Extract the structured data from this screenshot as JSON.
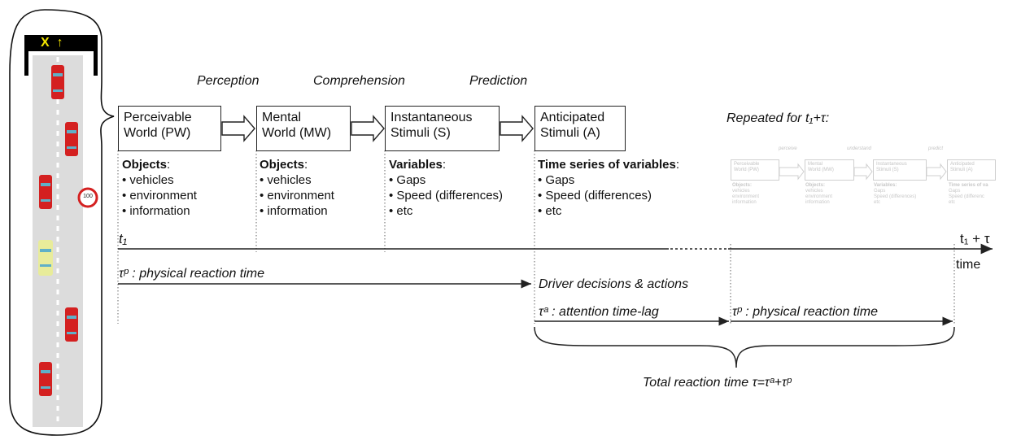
{
  "stages": [
    "Perception",
    "Comprehension",
    "Prediction"
  ],
  "boxes": [
    {
      "line1": "Perceivable",
      "line2": "World (PW)"
    },
    {
      "line1": "Mental",
      "line2": "World (MW)"
    },
    {
      "line1": "Instantaneous",
      "line2": "Stimuli (S)"
    },
    {
      "line1": "Anticipated",
      "line2": "Stimuli (A)"
    }
  ],
  "lists": [
    {
      "heading": "Objects",
      "suffix": ":",
      "items": [
        "vehicles",
        "environment",
        "information"
      ]
    },
    {
      "heading": "Objects",
      "suffix": ":",
      "items": [
        "vehicles",
        "environment",
        "information"
      ]
    },
    {
      "heading": "Variables",
      "suffix": ":",
      "items": [
        "Gaps",
        "Speed (differences)",
        "etc"
      ]
    },
    {
      "heading": "Time series of variables",
      "suffix": ":",
      "items": [
        "Gaps",
        "Speed (differences)",
        "etc"
      ]
    }
  ],
  "repeated": {
    "label": "Repeated for t₁+τ:",
    "stages": [
      "perceive",
      "understand",
      "predict"
    ],
    "boxes": [
      {
        "line1": "Perceivable",
        "line2": "World (PW)"
      },
      {
        "line1": "Mental",
        "line2": "World (MW)"
      },
      {
        "line1": "Instantaneous",
        "line2": "Stimuli (S)"
      },
      {
        "line1": "Anticipated",
        "line2": "Stimuli (A)"
      }
    ],
    "lists": [
      {
        "heading": "Objects:",
        "items": [
          "vehicles",
          "environment",
          "information"
        ]
      },
      {
        "heading": "Objects:",
        "items": [
          "vehicles",
          "environment",
          "information"
        ]
      },
      {
        "heading": "Variables:",
        "items": [
          "Gaps",
          "Speed (differences)",
          "etc"
        ]
      },
      {
        "heading": "Time series of va",
        "items": [
          "Gaps",
          "Speed (differenc",
          "etc"
        ]
      }
    ]
  },
  "timeline": {
    "start_label": "t₁",
    "end_label": "t₁ + τ",
    "axis_label": "time"
  },
  "annotations": {
    "physical_reaction_1": "τᵖ : physical reaction time",
    "driver_decisions": "Driver decisions & actions",
    "attention_lag": "τᵃ : attention time-lag",
    "physical_reaction_2": "τᵖ : physical reaction time",
    "total_reaction": "Total reaction time τ=τᵃ+τᵖ"
  },
  "road": {
    "gantry_sign": "X  ↑",
    "speed_sign": "100"
  },
  "colors": {
    "car": "#d42020",
    "car_window": "#5fb0c8",
    "highlight_car": "#e8ec9a",
    "road": "#dcdcdc",
    "gantry": "#000000",
    "gantry_text": "#f2e500"
  }
}
